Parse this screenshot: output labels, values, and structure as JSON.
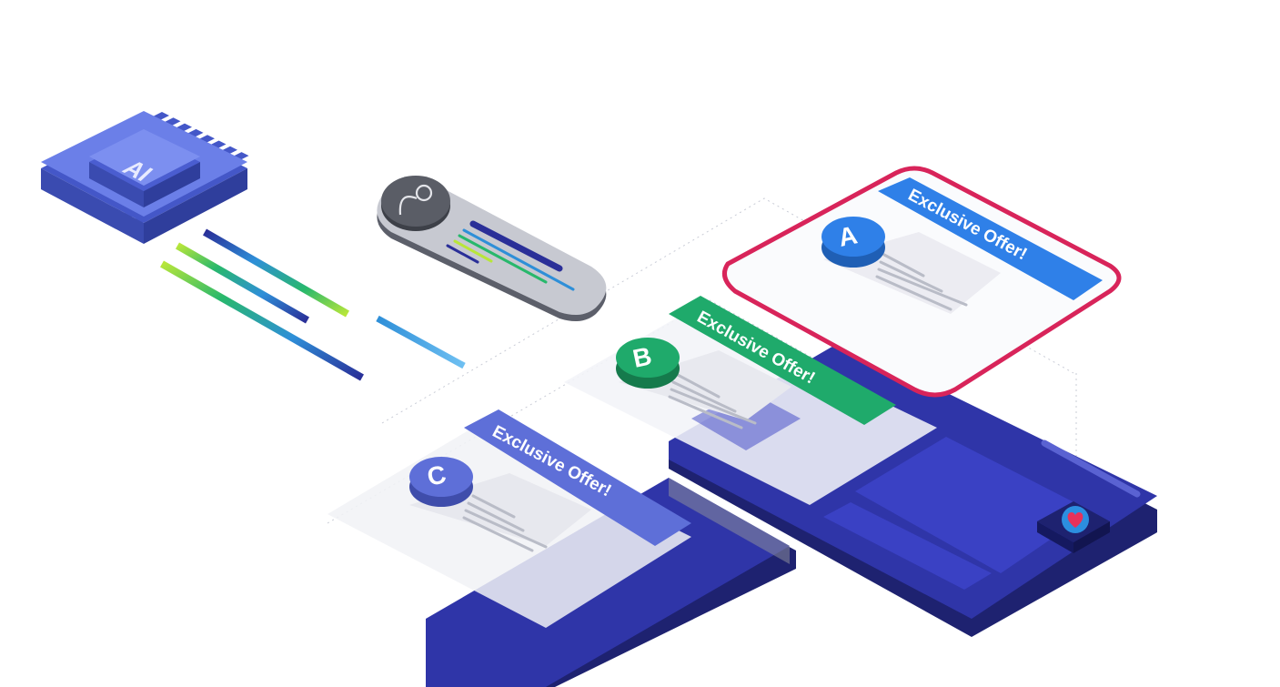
{
  "chip": {
    "label": "AI"
  },
  "offers": [
    {
      "letter": "A",
      "banner": "Exclusive Offer!",
      "color": "#2f80e8",
      "dark": "#1f5fb5"
    },
    {
      "letter": "B",
      "banner": "Exclusive Offer!",
      "color": "#1faa6b",
      "dark": "#157a4c"
    },
    {
      "letter": "C",
      "banner": "Exclusive Offer!",
      "color": "#5e6fd8",
      "dark": "#3f4dab"
    }
  ],
  "colors": {
    "device": "#2f35a8",
    "device_dark": "#1e2270",
    "chip": "#6b7fe8",
    "chip_dark": "#4457c8",
    "highlight_frame": "#d8245a",
    "heart": "#e8315a"
  },
  "icons": {
    "chip": "ai-chip-icon",
    "profile": "user-icon",
    "heart": "heart-badge-icon"
  }
}
